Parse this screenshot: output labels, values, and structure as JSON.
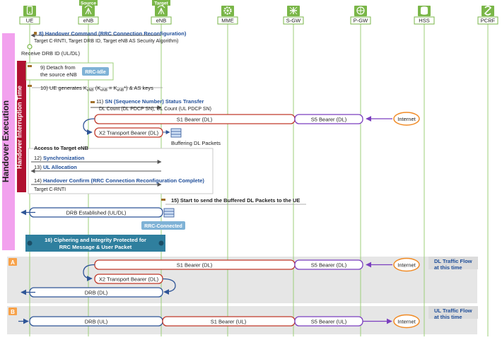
{
  "entities": [
    {
      "id": "ue",
      "label": "UE",
      "icon": "phone-icon",
      "tag": ""
    },
    {
      "id": "senb",
      "label": "eNB",
      "icon": "antenna-icon",
      "tag": "Source"
    },
    {
      "id": "tenb",
      "label": "eNB",
      "icon": "antenna-icon",
      "tag": "Target"
    },
    {
      "id": "mme",
      "label": "MME",
      "icon": "gear-icon",
      "tag": ""
    },
    {
      "id": "sgw",
      "label": "S-GW",
      "icon": "cross-arrows-icon",
      "tag": ""
    },
    {
      "id": "pgw",
      "label": "P-GW",
      "icon": "globe-icon",
      "tag": ""
    },
    {
      "id": "hss",
      "label": "HSS",
      "icon": "database-icon",
      "tag": ""
    },
    {
      "id": "pcrf",
      "label": "PCRF",
      "icon": "policy-icon",
      "tag": ""
    }
  ],
  "phases": {
    "handover_execution": "Handover Execution",
    "interruption_time": "Handover Interruption Time"
  },
  "steps": {
    "s8_title": "8) Handover Command (RRC Connection Reconfiguration)",
    "s8_detail": "Target C-RNTI, Target DRB ID, Target eNB AS Security Algorithm)",
    "receive_drb": "Receive DRB ID (UL/DL)",
    "s9_line1": "9) Detach from",
    "s9_line2": "the source eNB",
    "rrc_idle": "RRC-Idle",
    "s10_a": "10) UE generates K",
    "s10_sub1": "eNB",
    "s10_b": " (K",
    "s10_sub2": "eNB",
    "s10_c": " = K",
    "s10_sub3": "eNB",
    "s10_d": "*) & AS keys",
    "s11_num": "11)",
    "s11_title": "SN (Sequence Number) Status Transfer",
    "s11_detail": "DL Count (DL PDCP SN), UL Count (UL PDCP SN)",
    "buffering": "Buffering DL Packets",
    "access_target": "Access to Target eNB",
    "s12": "12) ",
    "s12_title": "Synchronization",
    "s13": "13) ",
    "s13_title": "UL Allocation",
    "s14": "14) ",
    "s14_title": "Handover Confirm (RRC Connection Reconfiguration Complete)",
    "s14_detail": "Target C-RNTI",
    "s15": "15) Start to send the Buffered DL Packets to the UE",
    "drb_established": "DRB Established (UL/DL)",
    "rrc_connected": "RRC-Connected",
    "s16_line1": "16) Ciphering and Integrity Protected for",
    "s16_line2": "RRC Message & User Packet"
  },
  "bearers": {
    "s1_dl": "S1 Bearer (DL)",
    "s5_dl": "S5 Bearer (DL)",
    "x2_dl": "X2 Transport Bearer (DL)",
    "drb_dl": "DRB (DL)",
    "drb_ul": "DRB (UL)",
    "s1_ul": "S1 Bearer (UL)",
    "s5_ul": "S5 Bearer (UL)",
    "internet": "Internet"
  },
  "sections": {
    "a_badge": "A",
    "b_badge": "B",
    "dl_flow_line1": "DL Traffic Flow",
    "dl_flow_line2": "at this time",
    "ul_flow_line1": "UL Traffic Flow",
    "ul_flow_line2": "at this time"
  },
  "colors": {
    "entity_green": "#7ab648",
    "handover_pink": "#f2a1ee",
    "interruption_red": "#b01030",
    "step_blue": "#1f4e99",
    "bearer_red": "#c0392b",
    "bearer_purple": "#7b3fbf",
    "bearer_blue": "#2f5597",
    "internet_orange": "#f08a24",
    "rrc_badge": "#7fb2d6",
    "teal_bar": "#2f7f9e",
    "section_orange": "#f7a24a",
    "section_grey": "#e6e6e6"
  }
}
